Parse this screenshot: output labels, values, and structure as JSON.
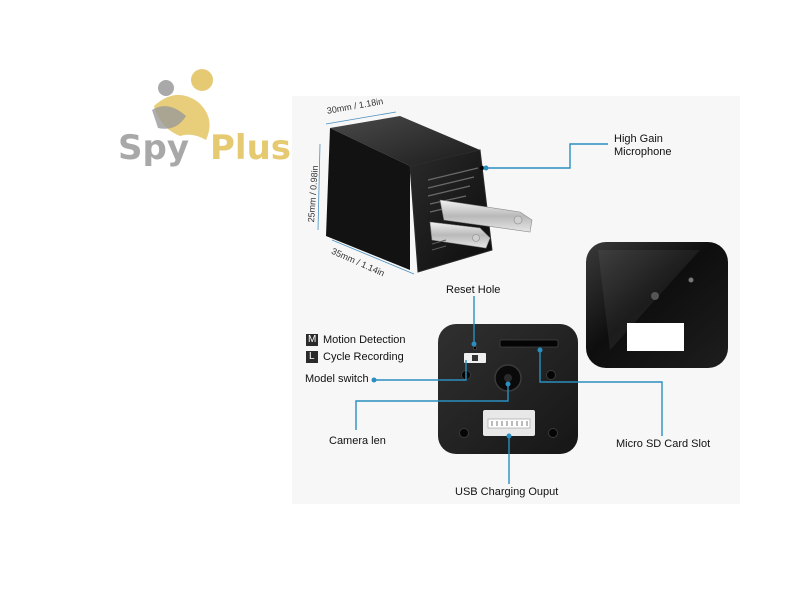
{
  "logo": {
    "word1": "Spy",
    "word2": "Plus",
    "colors": {
      "word1": "#9a9a9a",
      "word2": "#e2c15a"
    }
  },
  "dimensions": {
    "width": "30mm / 1.18in",
    "height": "25mm / 0.98in",
    "length": "35mm / 1.14in"
  },
  "labels": {
    "microphone": "High Gain\nMicrophone",
    "reset_hole": "Reset Hole",
    "motion_key": "M",
    "motion": "Motion Detection",
    "cycle_key": "L",
    "cycle": "Cycle Recording",
    "model_switch": "Model switch",
    "camera_len": "Camera len",
    "micro_sd": "Micro SD Card Slot",
    "usb": "USB Charging Ouput"
  },
  "colors": {
    "leader": "#2a8fc0",
    "device": "#1a1a1a",
    "background_panel": "#f7f7f7"
  }
}
